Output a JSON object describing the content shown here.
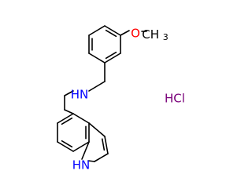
{
  "molecule": {
    "atoms": {
      "oxygen": "O",
      "methyl": "CH3",
      "amine": "HN",
      "indole_nh": "HN"
    },
    "salt": "HCl",
    "colors": {
      "bond": "#000000",
      "oxygen": "#ff0000",
      "nitrogen": "#0000ff",
      "salt": "#7a007a"
    }
  }
}
